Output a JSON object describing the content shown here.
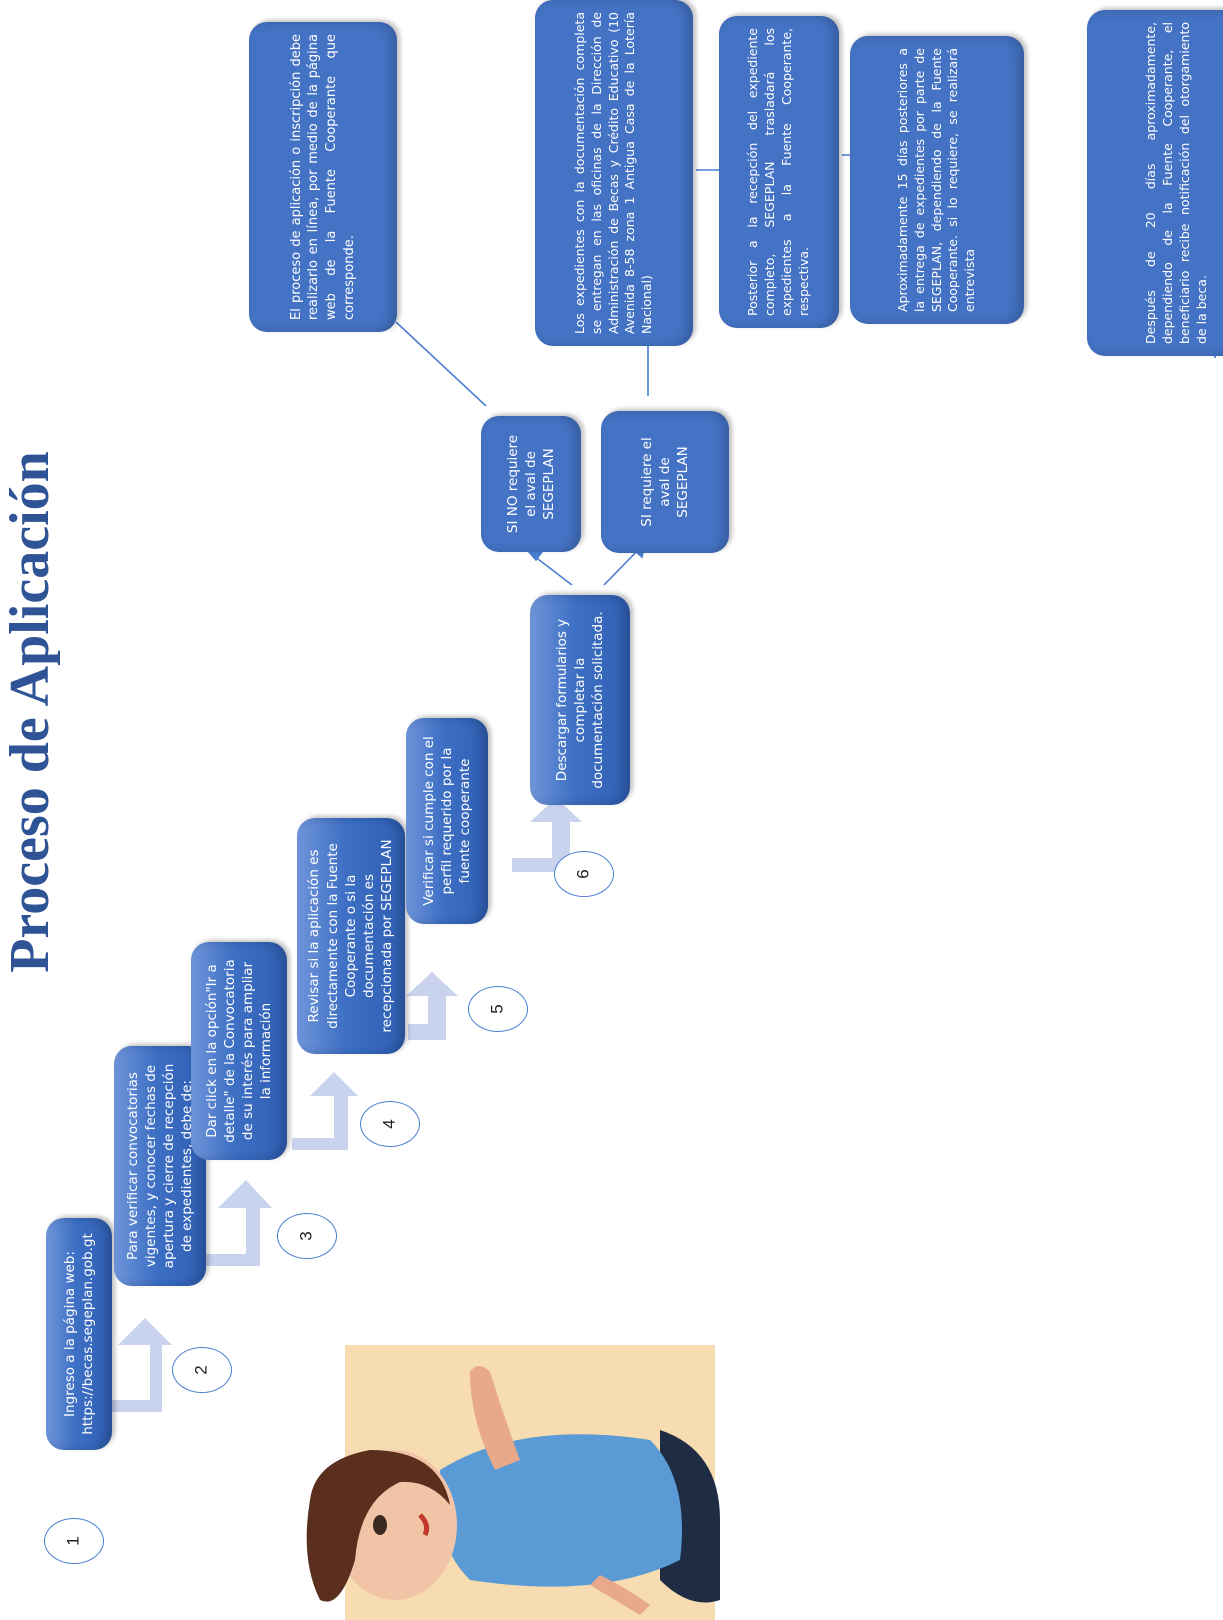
{
  "title": "Proceso de Aplicación",
  "steps": [
    {
      "number": "1",
      "text": "Ingreso a la página web: https://becas.segeplan.gob.gt"
    },
    {
      "number": "2",
      "text": "Para verificar convocatorias vigentes, y conocer fechas de apertura y cierre de recepción de expedientes, debe de:"
    },
    {
      "number": "3",
      "text": "Dar click en la opción\"Ir a detalle\" de la Convocatoria de su interés para ampliar la información"
    },
    {
      "number": "4",
      "text": "Revisar si la aplicación es directamente con la Fuente Cooperante o si la documentación es recepcionada por SEGEPLAN"
    },
    {
      "number": "5",
      "text": "Verificar si cumple con el perfil requerido por la fuente cooperante"
    },
    {
      "number": "6",
      "text": "Descargar formularios y completar la documentación solicitada."
    }
  ],
  "branches": {
    "no_aval": "SI NO requiere el aval de SEGEPLAN",
    "si_aval": "SI requiere el aval de SEGEPLAN"
  },
  "notes": {
    "online": "El proceso de aplicación o inscripción debe realizarlo en línea, por medio de la página web de la Fuente Cooperante que corresponde.",
    "delivery": "Los expedientes con la documentación completa se entregan en las oficinas de la Dirección de Administración de Becas y Crédito Educativo (10 Avenida 8-58 zona 1 Antigua Casa de la Lotería Nacional)",
    "transfer": "Posterior a la recepción del expediente completo, SEGEPLAN trasladará los expedientes a la Fuente Cooperante, respectiva.",
    "interview": "Aproximadamente 15 días posteriores a la entrega de expedientes por parte de SEGEPLAN, dependiendo de la Fuente Cooperante. si lo requiere, se realizará entrevista",
    "notification": "Después de 20 días aproximadamente, dependiendo de la Fuente Cooperante, el beneficiario recibe notificación del otorgamiento de la beca."
  },
  "colors": {
    "box": "#4472c4",
    "title": "#2f5496",
    "stair_arrow": "#c9d3ee",
    "line": "#4a7ed1"
  }
}
